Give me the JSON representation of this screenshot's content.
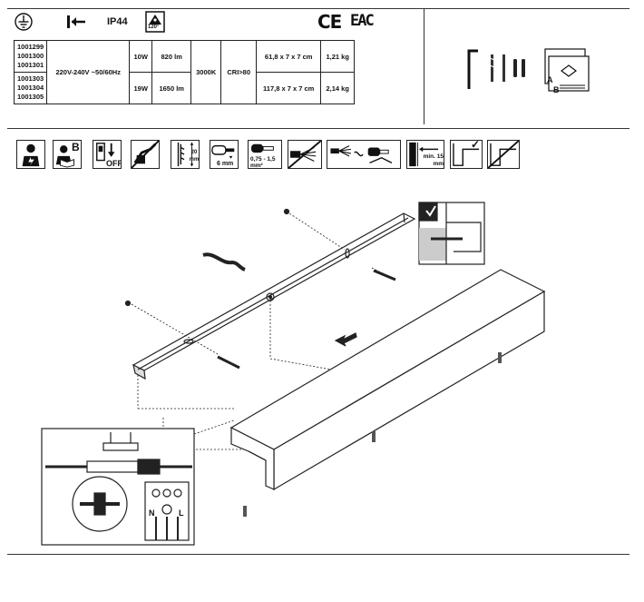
{
  "header": {
    "ip_rating": "IP44",
    "angle_label": "120°",
    "ce_mark": "CE",
    "eac_mark": "EAC",
    "ground_icon": "earth-ground-icon",
    "distance_icon": "min-distance-arrow-icon"
  },
  "spec_table": {
    "codes_group_1": [
      "1001299",
      "1001300",
      "1001301"
    ],
    "codes_group_2": [
      "1001303",
      "1001304",
      "1001305"
    ],
    "voltage": "220V-240V ~50/60Hz",
    "color_temp": "3000K",
    "cri": "CRI>80",
    "rows": [
      {
        "power": "10W",
        "lumen": "820 lm",
        "size": "61,8 x 7 x 7 cm",
        "weight": "1,21 kg"
      },
      {
        "power": "19W",
        "lumen": "1650 lm",
        "size": "117,8 x 7 x 7 cm",
        "weight": "2,14 kg"
      }
    ]
  },
  "accessories": {
    "labels": [
      "A",
      "B"
    ]
  },
  "icons_row": [
    {
      "name": "electrician-icon"
    },
    {
      "name": "read-manual-icon",
      "text": "B"
    },
    {
      "name": "power-off-icon",
      "text": "OFF"
    },
    {
      "name": "no-tools-icon"
    },
    {
      "name": "drill-depth-icon",
      "text": "20 mm"
    },
    {
      "name": "strip-cable-icon",
      "text": "6 mm"
    },
    {
      "name": "wire-section-icon",
      "text": "0,75 - 1,5 mm²"
    },
    {
      "name": "no-stranded-wire-icon"
    },
    {
      "name": "ferrule-icon"
    },
    {
      "name": "min-distance-icon",
      "text": "min. 15 mm"
    },
    {
      "name": "mount-correct-icon",
      "text": "✓"
    },
    {
      "name": "mount-wrong-icon"
    }
  ],
  "terminal": {
    "n_label": "N",
    "l_label": "L"
  }
}
